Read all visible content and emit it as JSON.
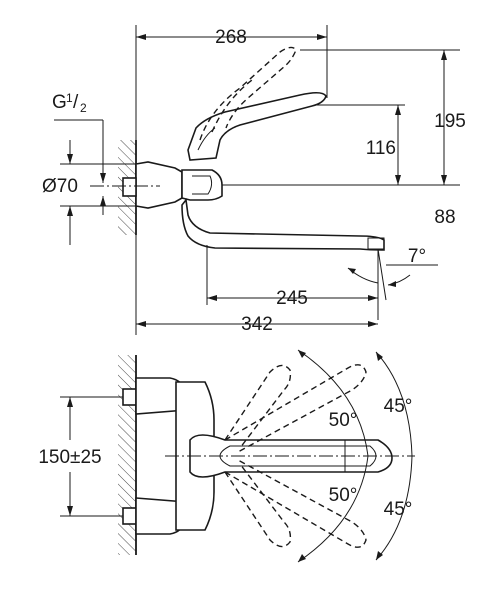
{
  "side_view": {
    "dim_total_width": "268",
    "dim_lever_height": "195",
    "dim_lever_offset": "116",
    "dim_spout_height": "88",
    "dim_spout_reach": "245",
    "dim_overall_width": "342",
    "dim_spout_angle": "7°",
    "thread_label": "G",
    "thread_num": "1",
    "thread_den": "2",
    "diameter_label": "Ø70"
  },
  "top_view": {
    "dim_centers": "150±25",
    "angle_upper_inner": "50°",
    "angle_lower_inner": "50°",
    "angle_upper_outer": "45°",
    "angle_lower_outer": "45°"
  }
}
